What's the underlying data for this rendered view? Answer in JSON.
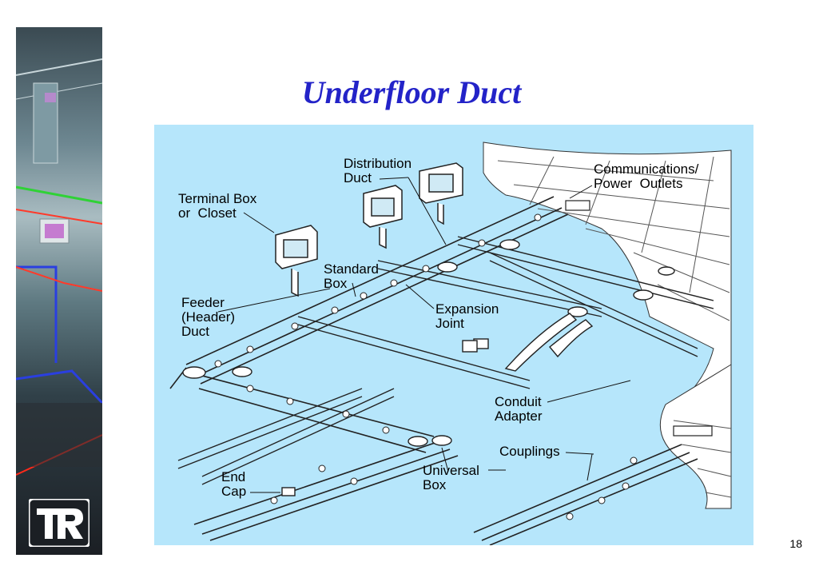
{
  "slide": {
    "title": "Underfloor Duct",
    "page_number": "18"
  },
  "labels": {
    "distribution_duct": "Distribution\nDuct",
    "communications": "Communications/\nPower  Outlets",
    "terminal_box": "Terminal Box\nor  Closet",
    "standard_box": "Standard\nBox",
    "feeder_duct": "Feeder\n(Header)\nDuct",
    "expansion_joint": "Expansion\nJoint",
    "conduit_adapter": "Conduit\nAdapter",
    "couplings": "Couplings",
    "end_cap": "End\nCap",
    "universal_box": "Universal\nBox"
  },
  "logo": {
    "text": "TR"
  },
  "colors": {
    "title": "#2323c8",
    "diagram_bg": "#b6e6fb"
  }
}
